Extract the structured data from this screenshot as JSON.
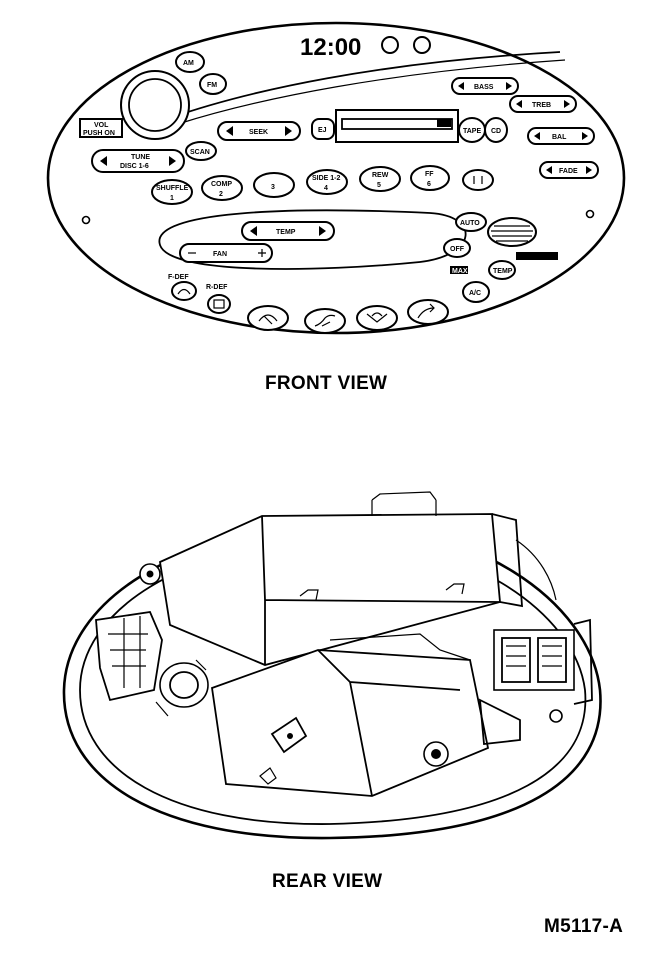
{
  "captions": {
    "front_view": "FRONT VIEW",
    "rear_view": "REAR VIEW",
    "figure_id": "M5117-A"
  },
  "front_panel": {
    "clock": "12:00",
    "vol_label": "VOL",
    "vol_sub": "PUSH ON",
    "buttons": {
      "am": "AM",
      "fm": "FM",
      "bass": "BASS",
      "treb": "TREB",
      "seek": "SEEK",
      "scan": "SCAN",
      "ej": "EJ",
      "tape": "TAPE",
      "cd": "CD",
      "bal": "BAL",
      "tune_line1": "TUNE",
      "tune_line2": "DISC 1-6",
      "fade": "FADE",
      "shuffle_label": "SHUFFLE",
      "preset_1": "1",
      "comp_label": "COMP",
      "preset_2": "2",
      "preset_3": "3",
      "side_label": "SIDE 1-2",
      "preset_4": "4",
      "rew_label": "REW",
      "preset_5": "5",
      "ff_label": "FF",
      "preset_6": "6",
      "auto": "AUTO",
      "temp": "TEMP",
      "fan": "FAN",
      "off": "OFF",
      "max": "MAX",
      "temp_small": "TEMP",
      "ac": "A/C",
      "fdef": "F-DEF",
      "rdef": "R-DEF"
    }
  }
}
